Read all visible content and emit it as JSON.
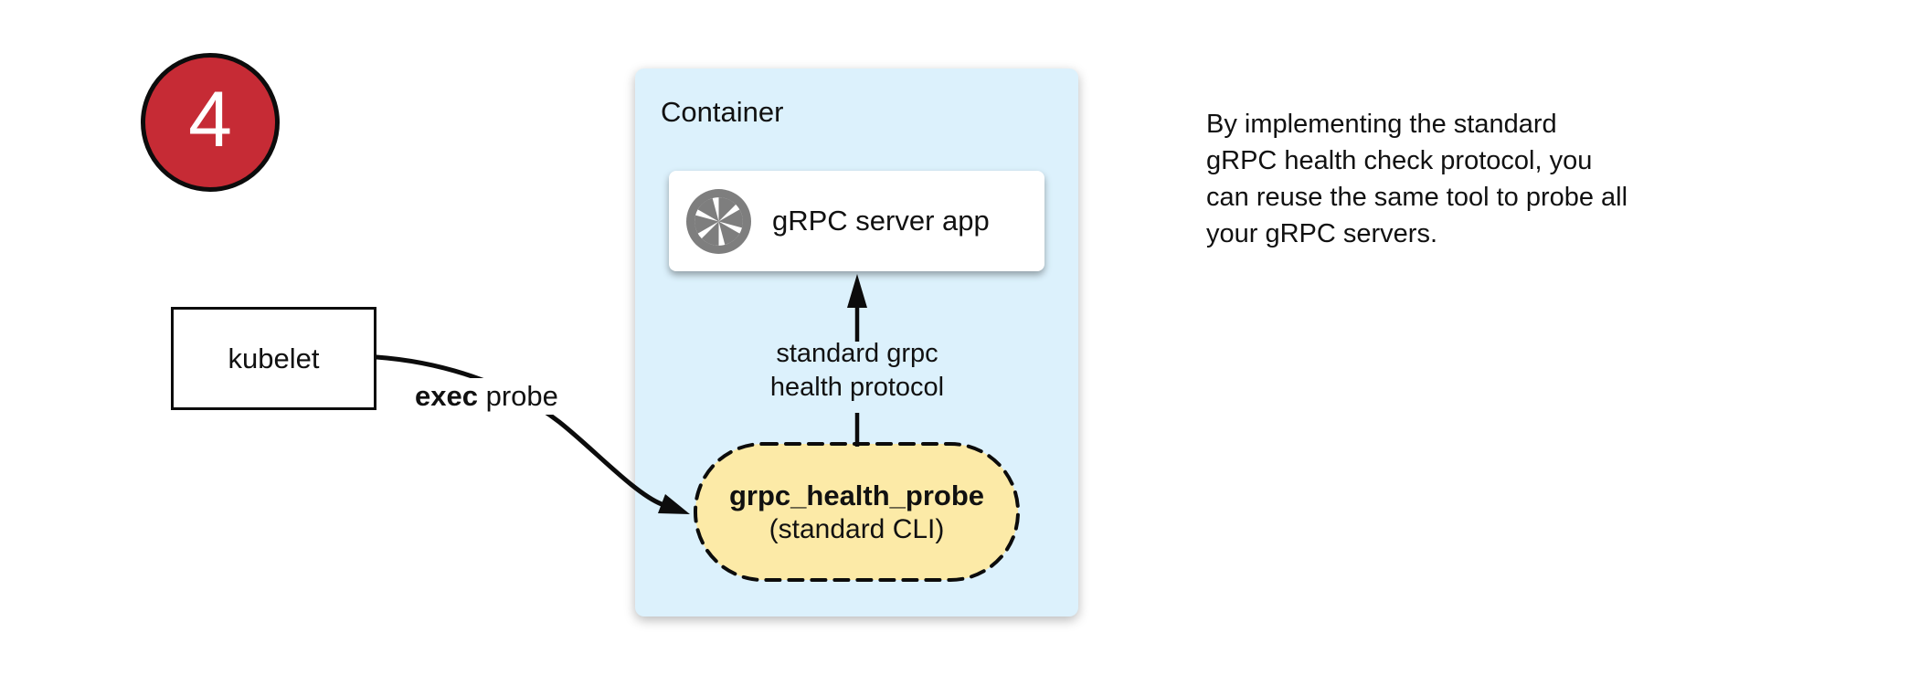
{
  "step_badge": {
    "number": "4",
    "fill_color": "#C62B35"
  },
  "kubelet": {
    "label": "kubelet"
  },
  "exec_probe": {
    "bold": "exec",
    "rest": " probe"
  },
  "container": {
    "title": "Container",
    "bg_color": "#DCF1FC",
    "server_box": {
      "label": "gRPC server app",
      "icon": "shutter-icon",
      "icon_color": "#7E7E7E"
    },
    "protocol_label": {
      "line1": "standard grpc",
      "line2": "health protocol"
    },
    "probe_pill": {
      "title": "grpc_health_probe",
      "subtitle": "(standard CLI)",
      "fill_color": "#FCEAA7"
    }
  },
  "caption": {
    "lines": [
      "By implementing the standard",
      "gRPC health check protocol, you",
      "can reuse the same tool to probe all",
      "your gRPC servers."
    ]
  }
}
